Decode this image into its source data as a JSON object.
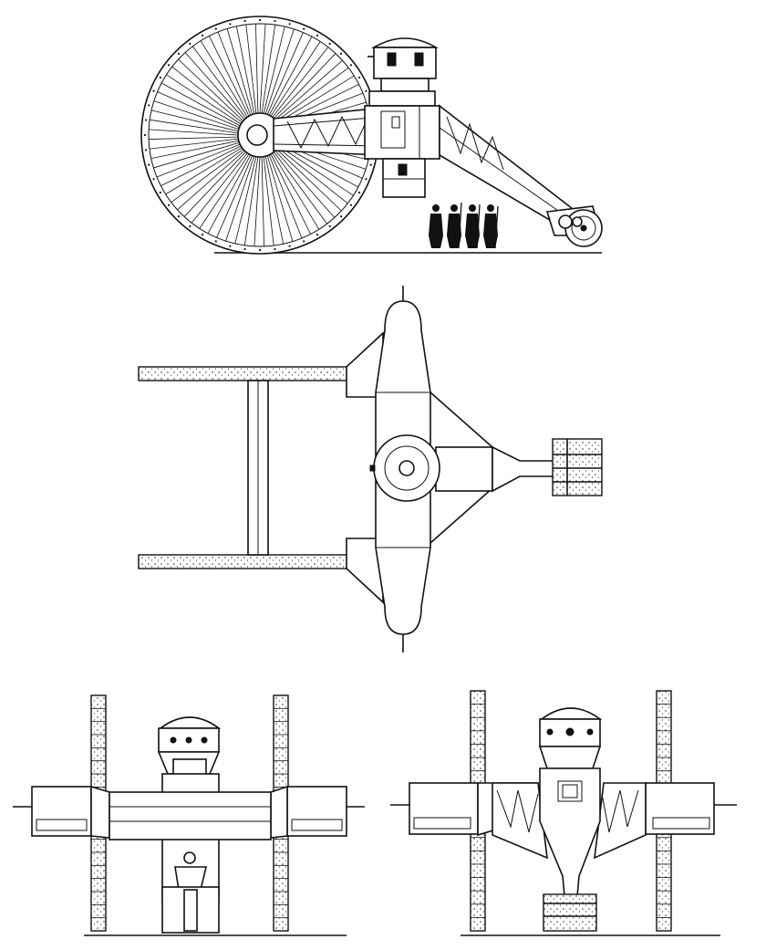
{
  "drawing": {
    "colors": {
      "ink": "#111111",
      "paper": "#ffffff"
    },
    "views": [
      "side-elevation",
      "top-plan",
      "front-elevation",
      "rear-elevation"
    ],
    "side_view": {
      "wheel_spoke_count": 72,
      "figure_count": 4
    },
    "plan_view": {
      "track_dot_rows": 2
    },
    "front_rear_views": {
      "track_segment_count": 18
    }
  }
}
